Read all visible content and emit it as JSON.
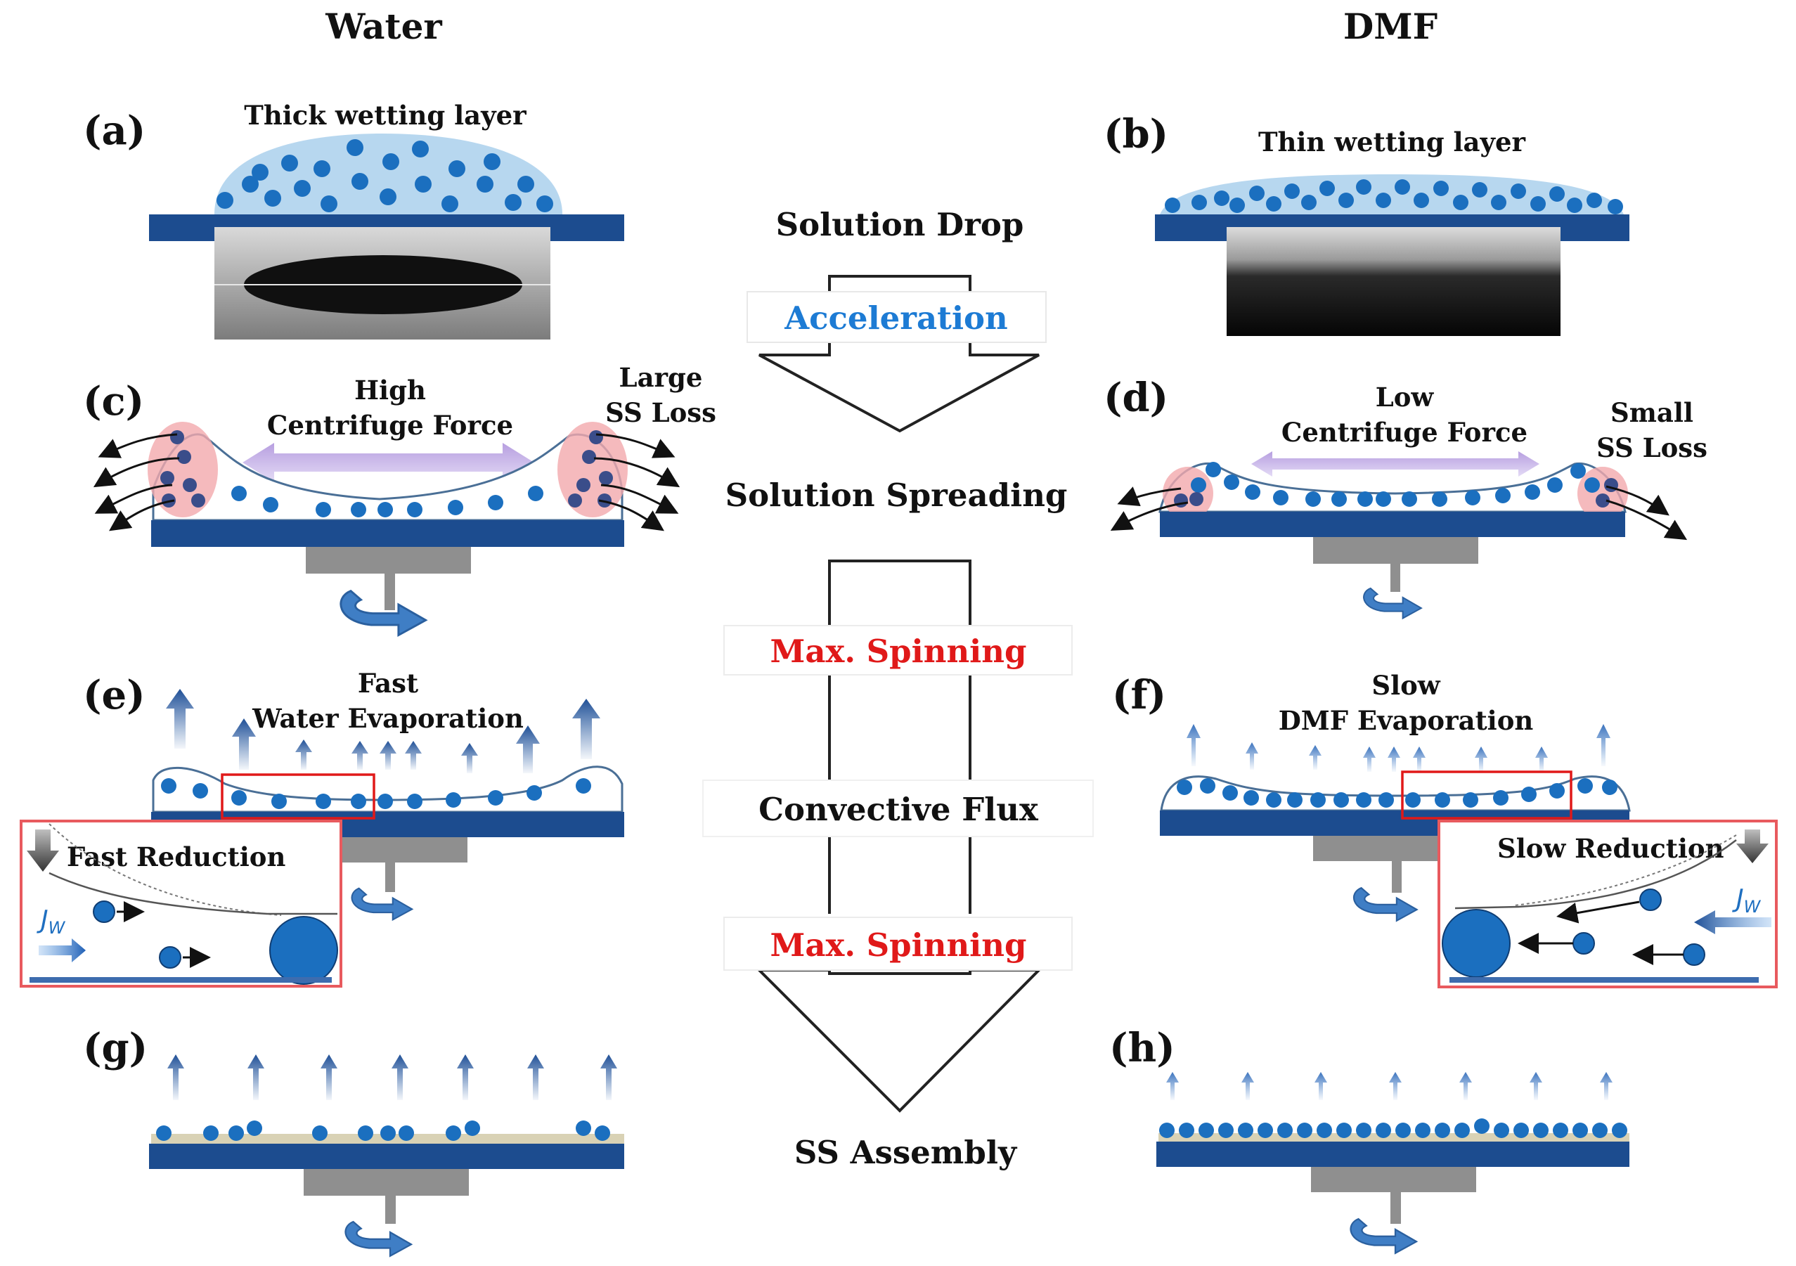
{
  "header": {
    "left": "Water",
    "right": "DMF"
  },
  "panels": {
    "a": "(a)",
    "b": "(b)",
    "c": "(c)",
    "d": "(d)",
    "e": "(e)",
    "f": "(f)",
    "g": "(g)",
    "h": "(h)"
  },
  "left": {
    "a_label": "Thick wetting layer",
    "c_force_1": "High",
    "c_force_2": "Centrifuge Force",
    "c_loss_1": "Large",
    "c_loss_2": "SS Loss",
    "e_evap_1": "Fast",
    "e_evap_2": "Water Evaporation",
    "inset_title": "Fast Reduction",
    "inset_jw": "J",
    "inset_jw_sub": "W"
  },
  "right": {
    "b_label": "Thin wetting layer",
    "d_force_1": "Low",
    "d_force_2": "Centrifuge Force",
    "d_loss_1": "Small",
    "d_loss_2": "SS Loss",
    "f_evap_1": "Slow",
    "f_evap_2": "DMF Evaporation",
    "inset_title": "Slow Reduction",
    "inset_jw": "J",
    "inset_jw_sub": "W"
  },
  "process": {
    "step1": "Solution  Drop",
    "step1_arrow": "Acceleration",
    "step2": "Solution Spreading",
    "step2_box": "Max. Spinning",
    "step3": "Convective Flux",
    "step3_arrow": "Max. Spinning",
    "step4": "SS Assembly"
  },
  "colors": {
    "substrate": "#1c4c8f",
    "particle": "#1b6fbf",
    "liquid": "#b7d7ef",
    "shaft": "#8f8f8f",
    "red_accent": "#e01919",
    "blue_accent": "#1d7bd4",
    "loss_zone": "#f3a9ad"
  }
}
